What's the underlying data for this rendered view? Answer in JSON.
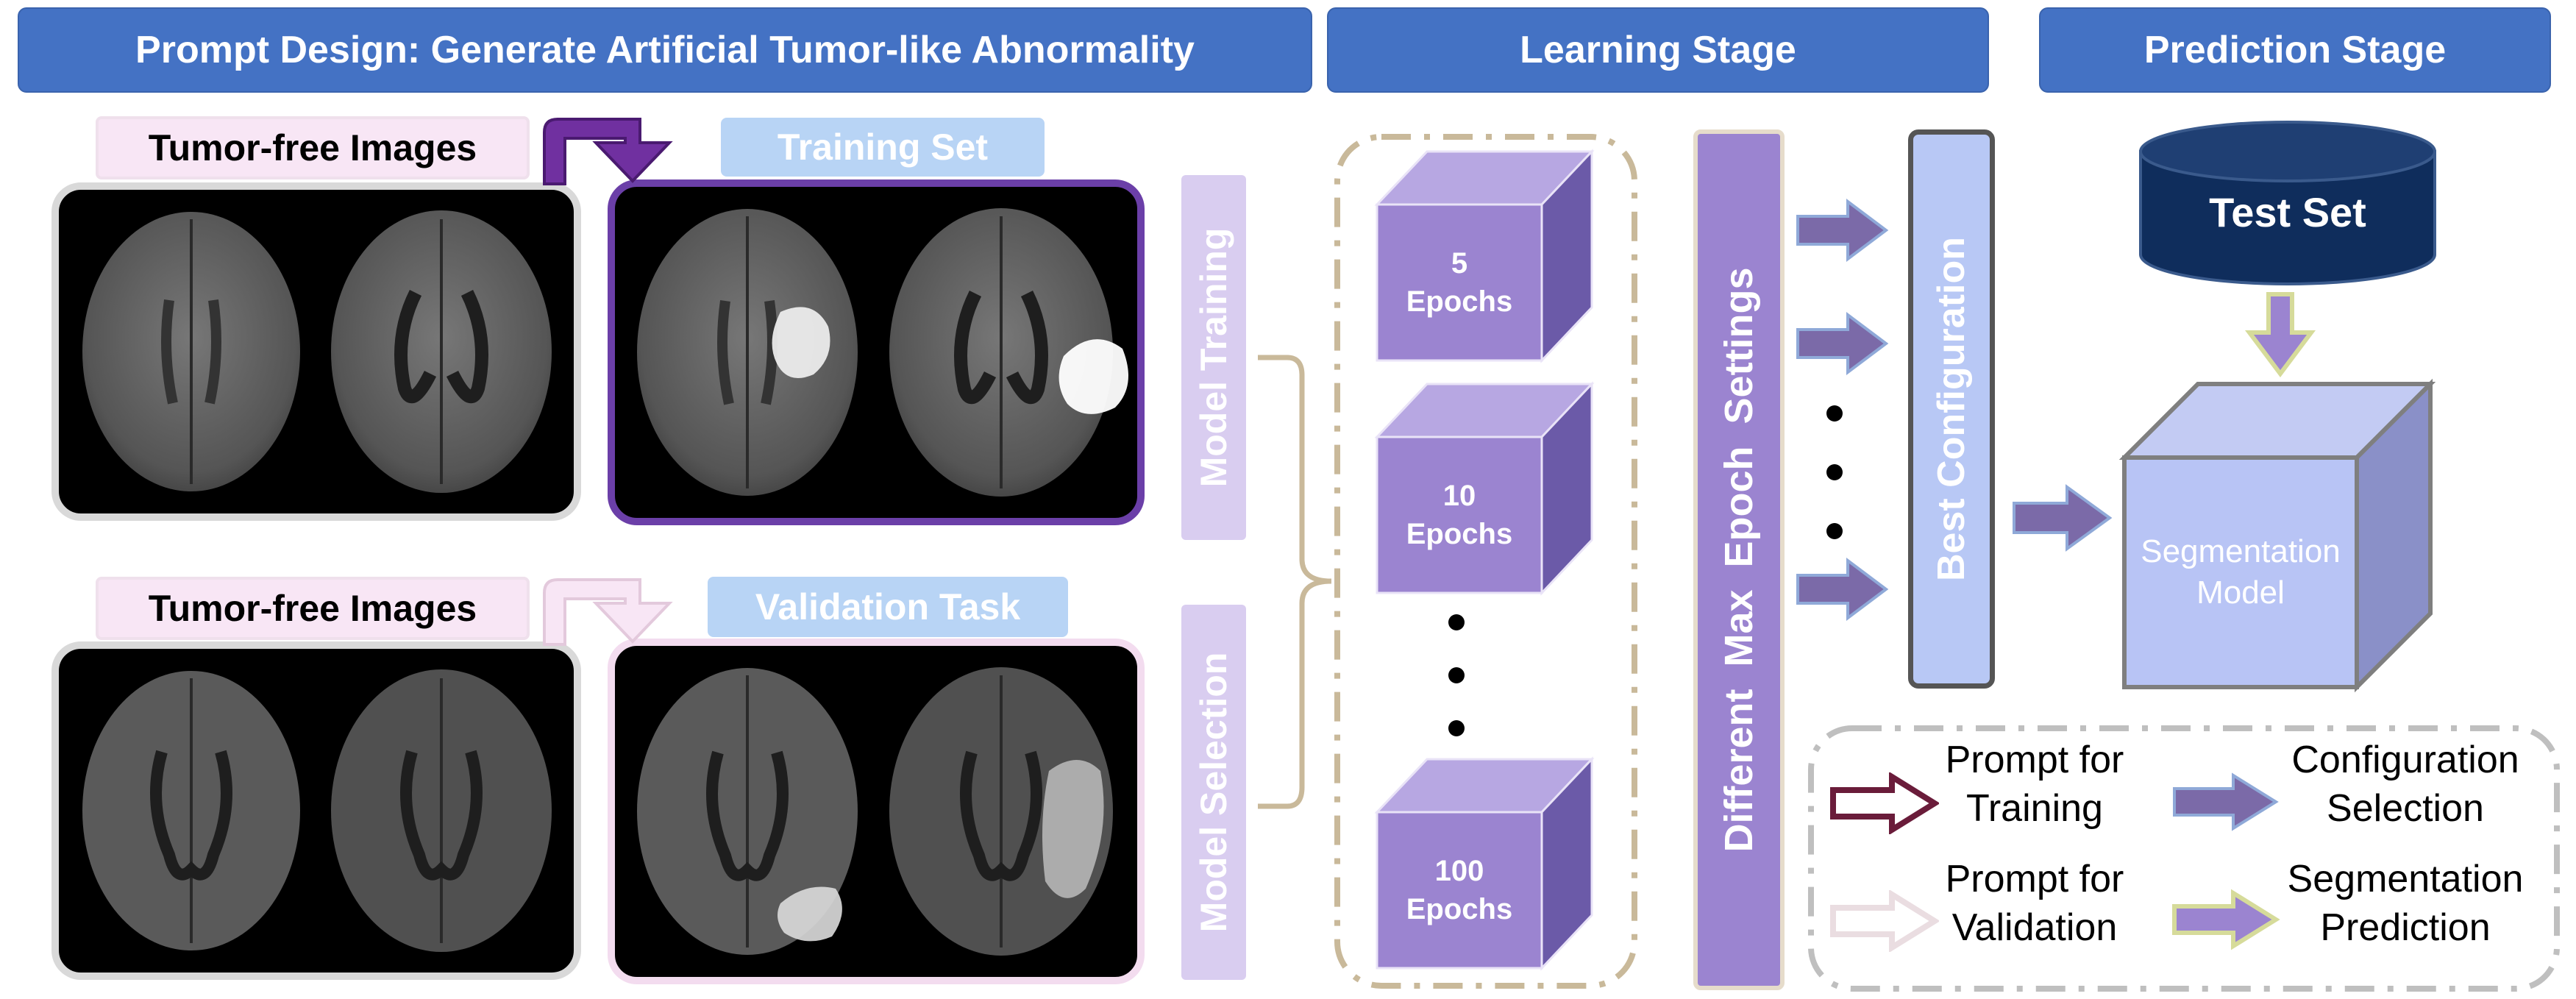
{
  "headers": {
    "prompt_design": "Prompt Design: Generate Artificial Tumor-like Abnormality",
    "learning_stage": "Learning Stage",
    "prediction_stage": "Prediction Stage"
  },
  "labels": {
    "tumor_free_top": "Tumor-free Images",
    "training_set": "Training Set",
    "tumor_free_bottom": "Tumor-free Images",
    "validation_task": "Validation Task",
    "model_training": "Model Training",
    "model_selection": "Model Selection"
  },
  "epochs": [
    {
      "value": "5",
      "unit": "Epochs"
    },
    {
      "value": "10",
      "unit": "Epochs"
    },
    {
      "value": "100",
      "unit": "Epochs"
    }
  ],
  "settings_bar": "Different  Max  Epoch  Settings",
  "best_config": "Best Configuration",
  "test_set": "Test Set",
  "segmentation_model": {
    "line1": "Segmentation",
    "line2": "Model"
  },
  "legend": {
    "prompt_training": {
      "line1": "Prompt for",
      "line2": "Training"
    },
    "config_selection": {
      "line1": "Configuration",
      "line2": "Selection"
    },
    "prompt_validation": {
      "line1": "Prompt for",
      "line2": "Validation"
    },
    "seg_prediction": {
      "line1": "Segmentation",
      "line2": "Prediction"
    }
  },
  "colors": {
    "header_blue": "#4472c4",
    "purple_dark": "#7030a0",
    "purple_mid": "#6b59b5",
    "lavender": "#9b84d0",
    "pink_light": "#f8e6f5",
    "blue_light": "#b8d4f5",
    "navy": "#0f2d5c",
    "khaki": "#c9b99a",
    "arrow_purple": "#7b6aa8",
    "arrow_maroon": "#6a1c3a",
    "arrow_olive": "#c8d08a"
  }
}
